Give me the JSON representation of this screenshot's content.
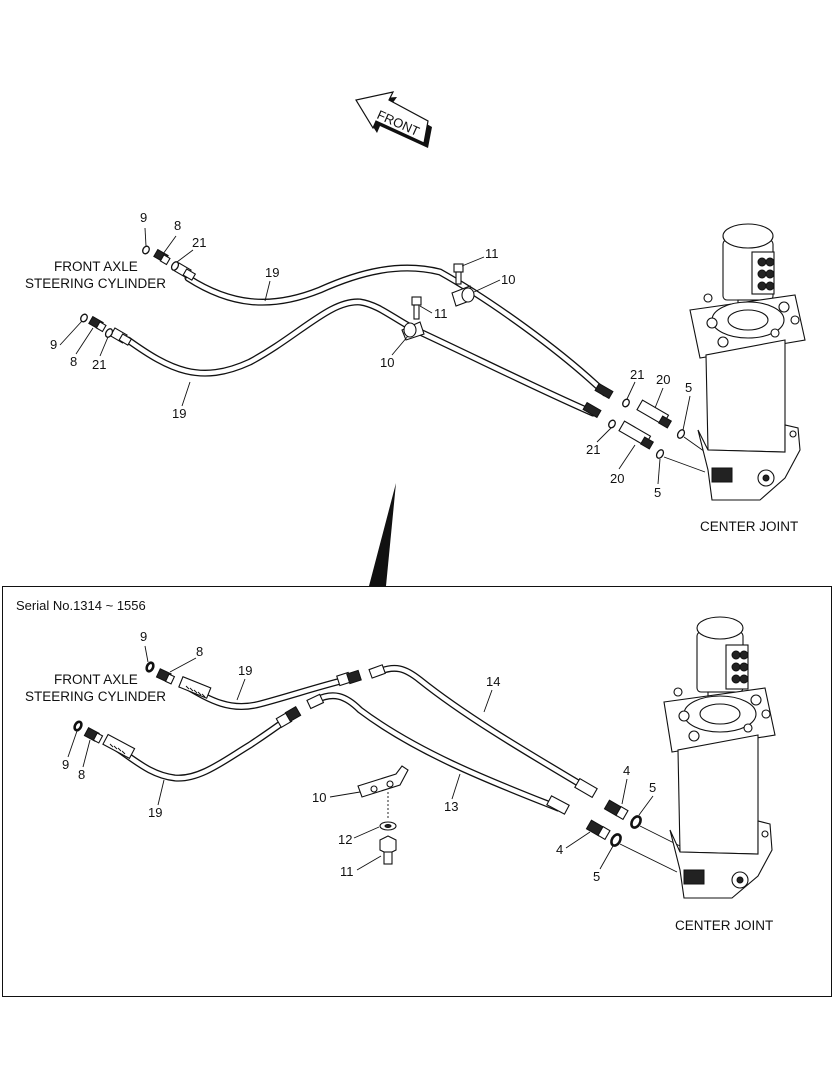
{
  "top": {
    "front_arrow": "FRONT",
    "cylinder_label": [
      "FRONT AXLE",
      "STEERING CYLINDER"
    ],
    "center_joint_label": "CENTER JOINT",
    "callouts": {
      "c9a": "9",
      "c8a": "8",
      "c21a": "21",
      "c19a": "19",
      "c11a": "11",
      "c10a": "10",
      "c9b": "9",
      "c8b": "8",
      "c21b": "21",
      "c19b": "19",
      "c11b": "11",
      "c10b": "10",
      "c21c": "21",
      "c20a": "20",
      "c5a": "5",
      "c21d": "21",
      "c20b": "20",
      "c5b": "5"
    }
  },
  "bottom": {
    "serial": "Serial No.1314 ~ 1556",
    "cylinder_label": [
      "FRONT AXLE",
      "STEERING CYLINDER"
    ],
    "center_joint_label": "CENTER JOINT",
    "callouts": {
      "c9a": "9",
      "c8a": "8",
      "c19a": "19",
      "c14": "14",
      "c9b": "9",
      "c8b": "8",
      "c19b": "19",
      "c10": "10",
      "c13": "13",
      "c12": "12",
      "c11": "11",
      "c4a": "4",
      "c5a": "5",
      "c4b": "4",
      "c5b": "5"
    }
  }
}
